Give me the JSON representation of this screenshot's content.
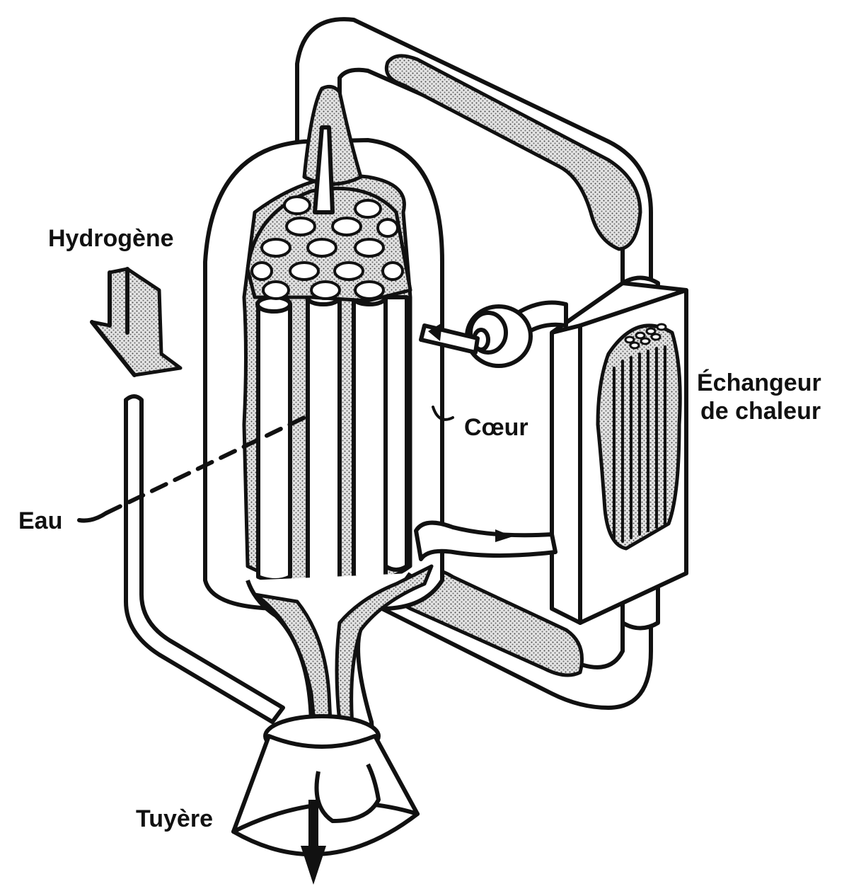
{
  "diagram": {
    "labels": {
      "hydrogen": "Hydrogène",
      "water": "Eau",
      "core": "Cœur",
      "heat_exchanger_line1": "Échangeur",
      "heat_exchanger_line2": "de chaleur",
      "nozzle": "Tuyère"
    },
    "colors": {
      "line": "#111111",
      "stipple_base": "#d8d8d8",
      "background": "#ffffff"
    }
  }
}
